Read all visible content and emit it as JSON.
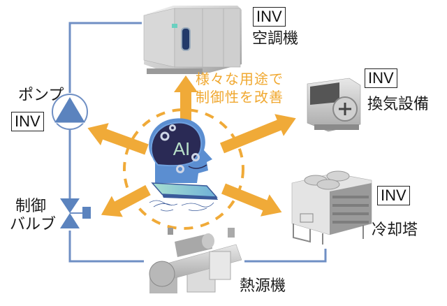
{
  "diagram": {
    "title": "AI-driven HVAC control overview",
    "center": {
      "label": "AI",
      "icon": "ai-head-icon"
    },
    "tagline": [
      "様々な用途で",
      "制御性を改善"
    ],
    "inverter_badge": "INV",
    "equipment": [
      {
        "id": "air-conditioner",
        "label": "空調機",
        "has_inv": true,
        "icon": "air-handling-unit-icon"
      },
      {
        "id": "ventilation",
        "label": "換気設備",
        "has_inv": true,
        "icon": "ventilation-fan-icon"
      },
      {
        "id": "cooling-tower",
        "label": "冷却塔",
        "has_inv": true,
        "icon": "cooling-tower-icon"
      },
      {
        "id": "heat-source",
        "label": "熱源機",
        "has_inv": false,
        "icon": "chiller-icon"
      },
      {
        "id": "control-valve",
        "label": [
          "制御",
          "バルブ"
        ],
        "has_inv": false,
        "icon": "control-valve-icon"
      },
      {
        "id": "pump",
        "label": "ポンプ",
        "has_inv": true,
        "icon": "pump-icon"
      }
    ],
    "colors": {
      "arrow": "#f0aa38",
      "pipe": "#6f8fc4",
      "symbol_fill": "#5b83be",
      "tagline": "#f0a830",
      "ai_dark": "#2a2a55",
      "ai_blue": "#5b8ed1"
    }
  }
}
